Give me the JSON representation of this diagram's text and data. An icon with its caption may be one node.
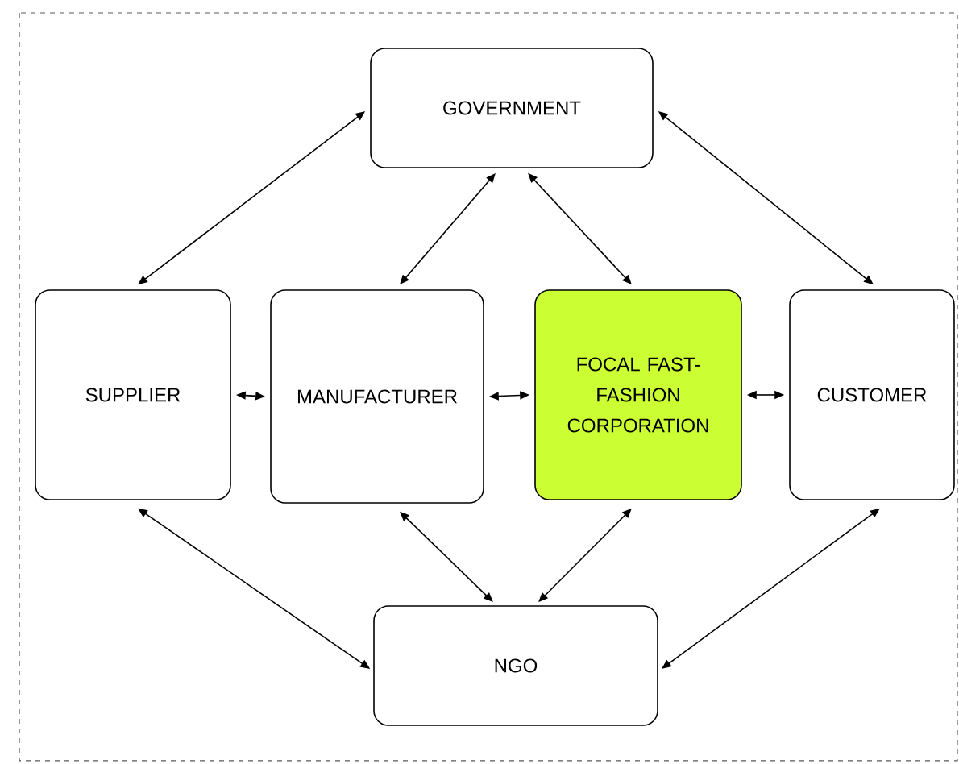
{
  "diagram": {
    "nodes": [
      {
        "text": [
          "GOVERNMENT"
        ]
      },
      {
        "text": [
          "SUPPLIER"
        ]
      },
      {
        "text": [
          "MANUFACTURER"
        ]
      },
      {
        "text": [
          "FOCAL FAST- FASHION CORPORATION"
        ]
      },
      {
        "text": [
          "CUSTOMER"
        ]
      },
      {
        "text": [
          "NGO"
        ]
      }
    ],
    "edges": [
      {
        "from": 0,
        "to": 1,
        "arrow": "both"
      },
      {
        "from": 0,
        "to": 2,
        "arrow": "both"
      },
      {
        "from": 0,
        "to": 3,
        "arrow": "both"
      },
      {
        "from": 0,
        "to": 4,
        "arrow": "both"
      },
      {
        "from": 1,
        "to": 2,
        "arrow": "both"
      },
      {
        "from": 2,
        "to": 3,
        "arrow": "both"
      },
      {
        "from": 3,
        "to": 4,
        "arrow": "both"
      },
      {
        "from": 1,
        "to": 5,
        "arrow": "both"
      },
      {
        "from": 2,
        "to": 5,
        "arrow": "both"
      },
      {
        "from": 3,
        "to": 5,
        "arrow": "both"
      },
      {
        "from": 4,
        "to": 5,
        "arrow": "both"
      }
    ]
  }
}
